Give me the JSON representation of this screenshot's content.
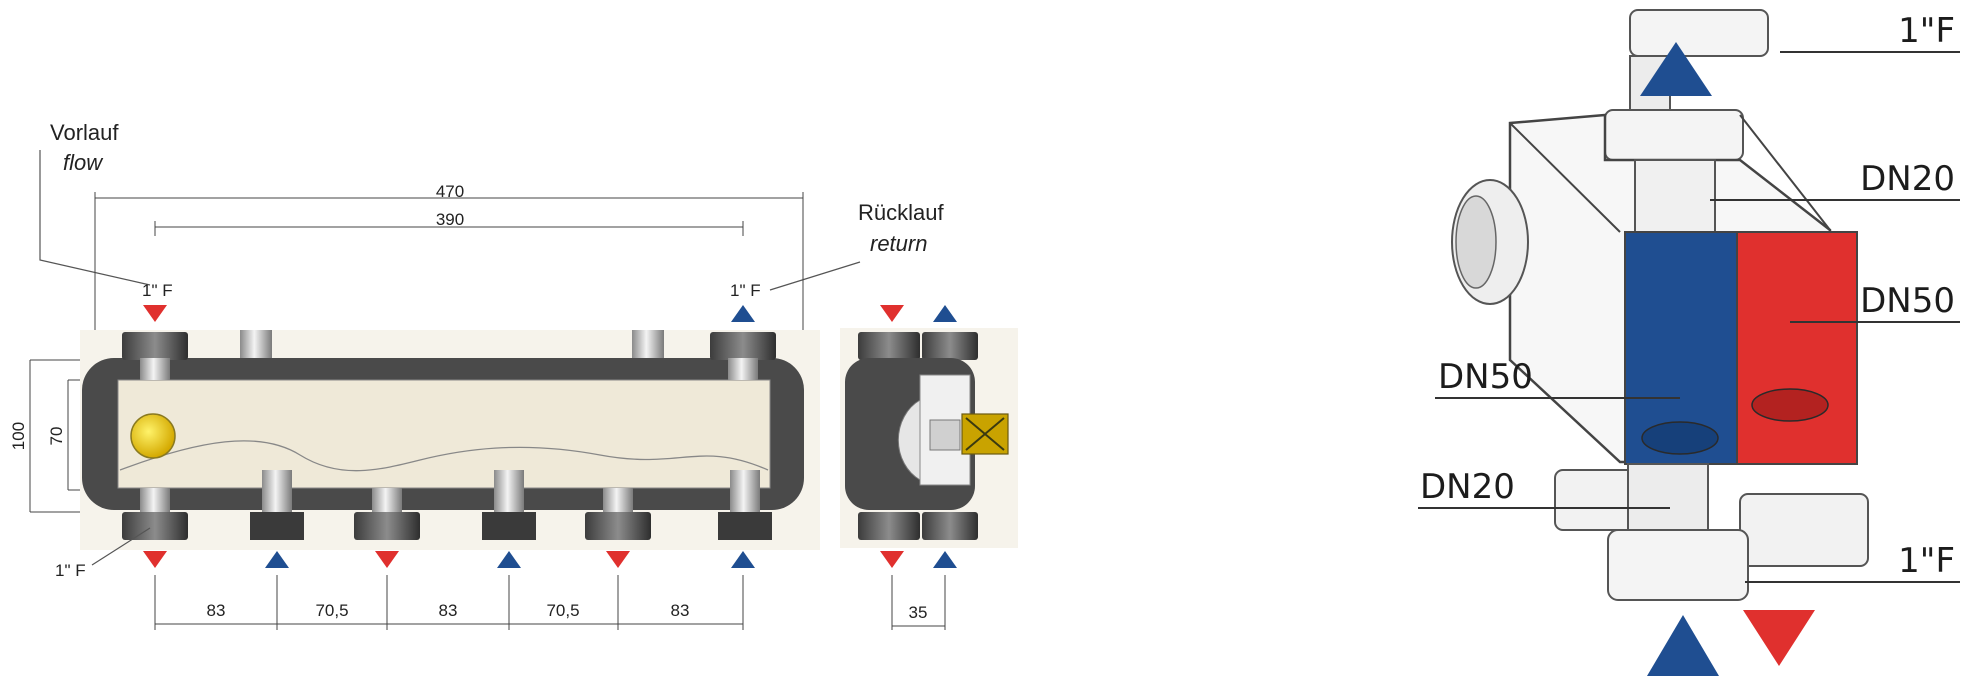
{
  "labels": {
    "vorlauf": "Vorlauf",
    "flow": "flow",
    "ruecklauf": "Rücklauf",
    "return": "return",
    "conn_1f": "1\" F",
    "conn_1f_big": "1\"F",
    "dn20": "DN20",
    "dn50": "DN50"
  },
  "dimensions": {
    "overall_length": "470",
    "inner_length": "390",
    "height_outer": "100",
    "height_inner": "70",
    "spacing": [
      "83",
      "70,5",
      "83",
      "70,5",
      "83"
    ],
    "side_depth": "35"
  },
  "colors": {
    "flow_red": "#e0302e",
    "return_blue": "#1f4e91",
    "insulation": "#4a4a4a",
    "body": "#f2efe6",
    "brass": "#e8c400"
  }
}
